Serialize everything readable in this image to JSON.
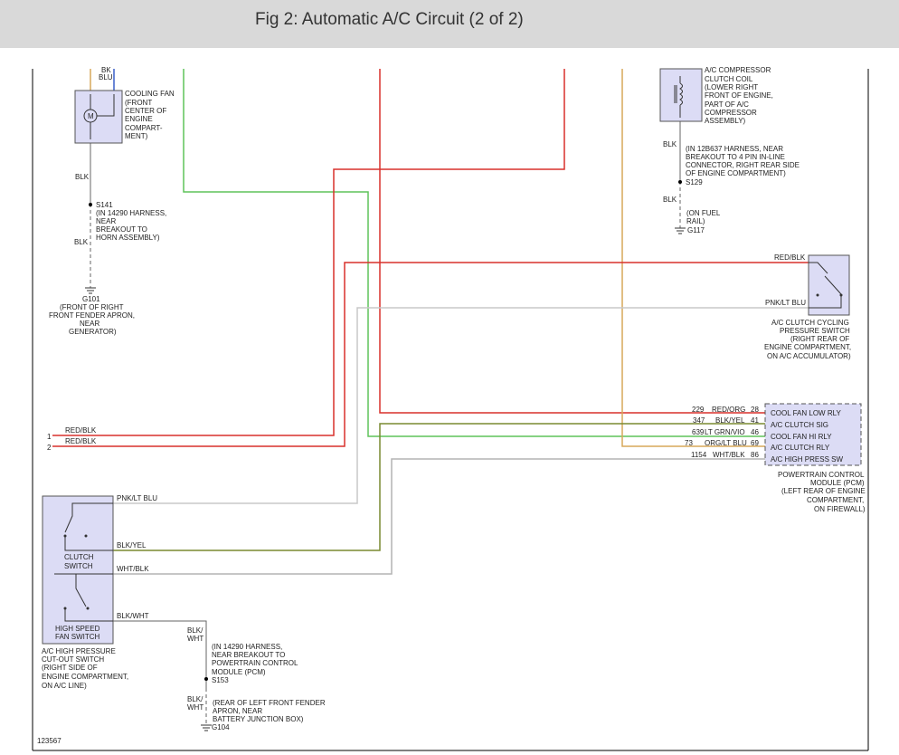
{
  "header": {
    "title": "Fig 2: Automatic A/C Circuit (2 of 2)"
  },
  "colors": {
    "header_bg": "#d9d9d9",
    "component_fill": "#dcdcf5",
    "red": "#d9312b",
    "green": "#5fc35a",
    "tan": "#d7a85a",
    "olive": "#7a8a30",
    "gray": "#b4b4b4",
    "lavender": "#b9a7d6",
    "dark_red": "#b02020",
    "black_wire": "#666666"
  },
  "cooling_fan": {
    "top_wires": [
      "BK",
      "BLU"
    ],
    "motor_symbol": "M",
    "label_lines": [
      "COOLING FAN",
      "(FRONT",
      "CENTER OF",
      "ENGINE",
      "COMPART-",
      "MENT)"
    ],
    "wire_blk_1": "BLK",
    "splice_id": "S141",
    "splice_lines": [
      "(IN 14290 HARNESS,",
      "NEAR",
      "BREAKOUT TO",
      "HORN ASSEMBLY)"
    ],
    "wire_blk_2": "BLK",
    "ground_id": "G101",
    "ground_lines": [
      "(FRONT OF RIGHT",
      "FRONT FENDER APRON,",
      "NEAR",
      "GENERATOR)"
    ]
  },
  "compressor": {
    "label_lines": [
      "A/C COMPRESSOR",
      "CLUTCH COIL",
      "(LOWER RIGHT",
      "FRONT OF ENGINE,",
      "PART OF A/C",
      "COMPRESSOR",
      "ASSEMBLY)"
    ],
    "wire_blk_1": "BLK",
    "harness_lines": [
      "(IN 12B637 HARNESS, NEAR",
      "BREAKOUT TO 4 PIN IN-LINE",
      "CONNECTOR, RIGHT REAR SIDE",
      "OF ENGINE COMPARTMENT)"
    ],
    "splice_id": "S129",
    "wire_blk_2": "BLK",
    "ground_lines": [
      "(ON FUEL",
      "RAIL)"
    ],
    "ground_id": "G117"
  },
  "cycling_switch": {
    "wire_top": "RED/BLK",
    "wire_bottom": "PNK/LT BLU",
    "label_lines": [
      "A/C CLUTCH CYCLING",
      "PRESSURE SWITCH",
      "(RIGHT REAR OF",
      "ENGINE COMPARTMENT,",
      "ON A/C ACCUMULATOR)"
    ]
  },
  "pcm": {
    "pins": [
      {
        "circuit": "229",
        "wire": "RED/ORG",
        "pin": "28",
        "label": "COOL FAN LOW RLY"
      },
      {
        "circuit": "347",
        "wire": "BLK/YEL",
        "pin": "41",
        "label": "A/C CLUTCH SIG"
      },
      {
        "circuit": "639",
        "wire": "LT GRN/VIO",
        "pin": "46",
        "label": "COOL FAN HI RLY"
      },
      {
        "circuit": "73",
        "wire": "ORG/LT BLU",
        "pin": "69",
        "label": "A/C CLUTCH RLY"
      },
      {
        "circuit": "1154",
        "wire": "WHT/BLK",
        "pin": "86",
        "label": "A/C HIGH PRESS SW"
      }
    ],
    "label_lines": [
      "POWERTRAIN CONTROL",
      "MODULE (PCM)",
      "(LEFT REAR OF ENGINE",
      "COMPARTMENT,",
      "ON FIREWALL)"
    ]
  },
  "left_connections": [
    {
      "num": "1",
      "wire": "RED/BLK"
    },
    {
      "num": "2",
      "wire": "RED/BLK"
    }
  ],
  "cutout_switch": {
    "wires": [
      "PNK/LT BLU",
      "BLK/YEL",
      "WHT/BLK",
      "BLK/WHT"
    ],
    "clutch_label": [
      "CLUTCH",
      "SWITCH"
    ],
    "fan_label": [
      "HIGH SPEED",
      "FAN SWITCH"
    ],
    "label_lines": [
      "A/C HIGH PRESSURE",
      "CUT-OUT SWITCH",
      "(RIGHT SIDE OF",
      "ENGINE COMPARTMENT,",
      "ON A/C LINE)"
    ],
    "wire_down_1": [
      "BLK/",
      "WHT"
    ],
    "harness_lines": [
      "(IN 14290 HARNESS,",
      "NEAR BREAKOUT TO",
      "POWERTRAIN CONTROL",
      "MODULE (PCM)"
    ],
    "splice_id": "S153",
    "wire_down_2": [
      "BLK/",
      "WHT"
    ],
    "ground_lines": [
      "(REAR OF LEFT FRONT FENDER",
      "APRON, NEAR",
      "BATTERY JUNCTION BOX)"
    ],
    "ground_id": "G104"
  },
  "footer": {
    "figure_id": "123567"
  }
}
